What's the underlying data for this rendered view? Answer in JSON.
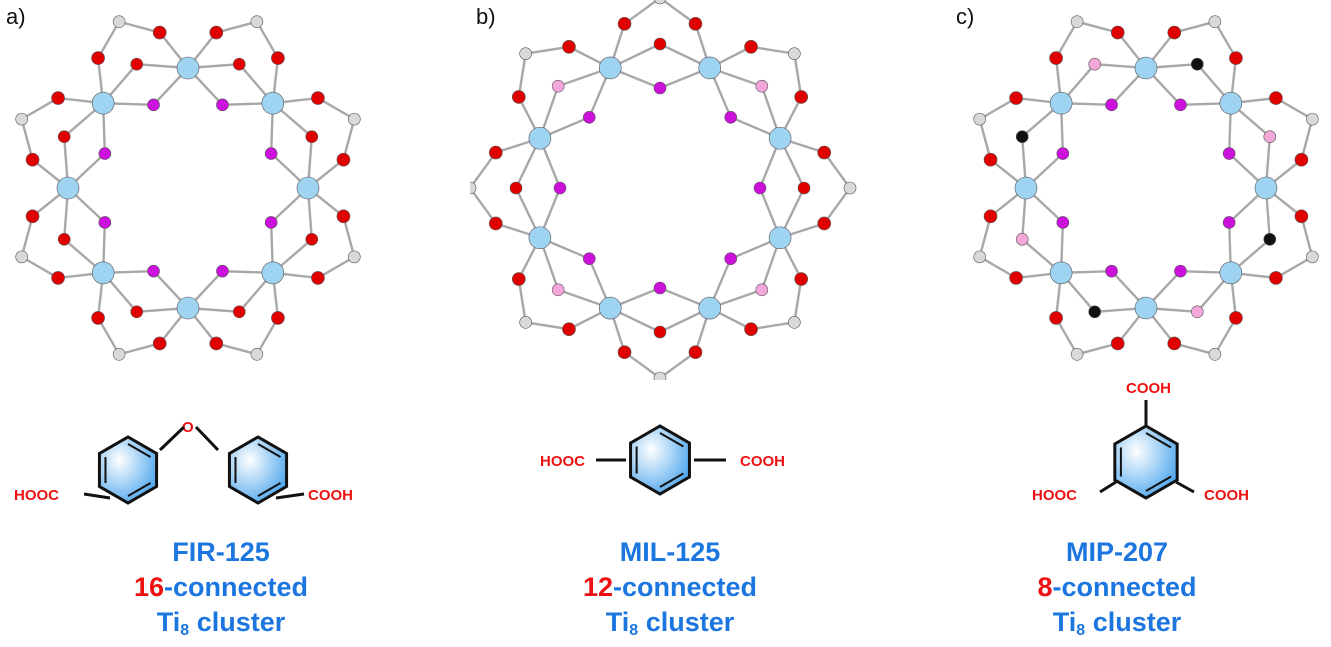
{
  "panels": [
    {
      "letter": "a)",
      "name": "FIR-125",
      "connectivity": "16",
      "connected_suffix": "-connected",
      "cluster_label": "Ti",
      "cluster_subscript": "8",
      "cluster_word": "cluster",
      "linker_labels": [
        "HOOC",
        "COOH"
      ],
      "bridge_atom": "O"
    },
    {
      "letter": "b)",
      "name": "MIL-125",
      "connectivity": "12",
      "connected_suffix": "-connected",
      "cluster_label": "Ti",
      "cluster_subscript": "8",
      "cluster_word": "cluster",
      "linker_labels": [
        "HOOC",
        "COOH"
      ]
    },
    {
      "letter": "c)",
      "name": "MIP-207",
      "connectivity": "8",
      "connected_suffix": "-connected",
      "cluster_label": "Ti",
      "cluster_subscript": "8",
      "cluster_word": "cluster",
      "linker_labels": [
        "COOH",
        "HOOC",
        "COOH"
      ]
    }
  ],
  "colors": {
    "titanium": "#9fd3f2",
    "oxygen": "#e00000",
    "carbon": "#d9d9d9",
    "mu_oxygen": "#cc11dd",
    "pink_oxygen": "#f3a6d8",
    "black_carbon": "#111111",
    "caption_blue": "#1c76e0",
    "number_red": "#ee1111",
    "ring_blue": "#55aaee"
  }
}
